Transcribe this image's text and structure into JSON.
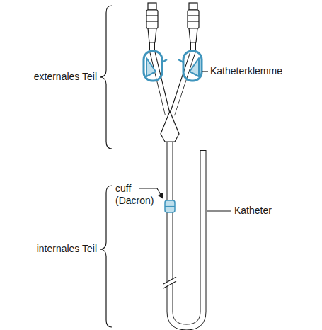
{
  "diagram": {
    "labels": [
      "externales Teil",
      "Katheterklemme",
      "cuff (Dacron)",
      "Katheter",
      "internales Teil"
    ]
  }
}
